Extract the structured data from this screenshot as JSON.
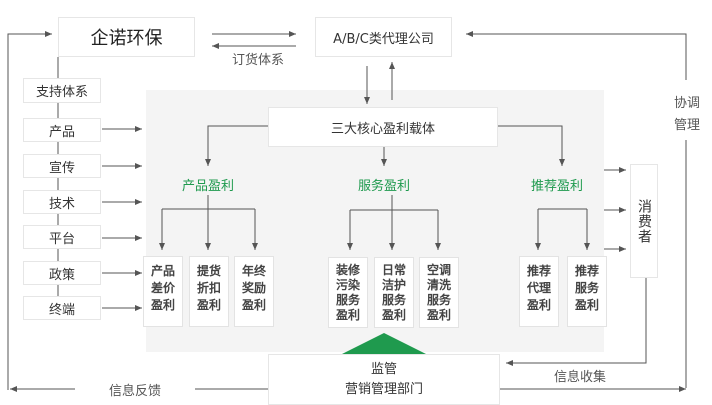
{
  "company": "企诺环保",
  "agency": "A/B/C类代理公司",
  "order_system_label": "订货体系",
  "support": {
    "title": "支持体系",
    "items": [
      "产品",
      "宣传",
      "技术",
      "平台",
      "政策",
      "终端"
    ]
  },
  "core": {
    "title": "三大核心盈利载体",
    "categories": [
      {
        "label": "产品盈利",
        "items": [
          [
            "产品",
            "差价",
            "盈利"
          ],
          [
            "提货",
            "折扣",
            "盈利"
          ],
          [
            "年终",
            "奖励",
            "盈利"
          ]
        ]
      },
      {
        "label": "服务盈利",
        "items": [
          [
            "装修",
            "污染",
            "服务",
            "盈利"
          ],
          [
            "日常",
            "洁护",
            "服务",
            "盈利"
          ],
          [
            "空调",
            "清洗",
            "服务",
            "盈利"
          ]
        ]
      },
      {
        "label": "推荐盈利",
        "items": [
          [
            "推荐",
            "代理",
            "盈利"
          ],
          [
            "推荐",
            "服务",
            "盈利"
          ]
        ]
      }
    ]
  },
  "consumer": "消费者",
  "coordinate": [
    "协调",
    "管理"
  ],
  "dept": {
    "supervise": "监管",
    "name": "营销管理部门"
  },
  "feedback_label": "信息反馈",
  "collect_label": "信息收集",
  "colors": {
    "green": "#1f9a4e",
    "line": "#555555",
    "panel": "#f4f4f4"
  }
}
